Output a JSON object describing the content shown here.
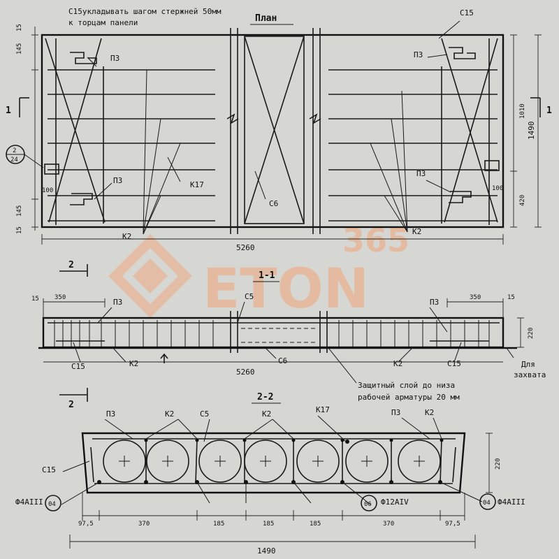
{
  "title_plan": "План",
  "note_top_line1": "С15укладывать шагом стержней 50мм",
  "note_top_line2": "к торцам панели",
  "section_1_1": "1-1",
  "section_2_2": "2-2",
  "cut_1": "1",
  "cut_2": "2",
  "callout_2_24_top": "2",
  "callout_2_24_bottom": "24",
  "labels": {
    "p3": "П3",
    "k2": "К2",
    "k17": "К17",
    "c5": "С5",
    "c6": "С6",
    "c15": "С15"
  },
  "dims_plan": {
    "d145_top": "145",
    "d15_top": "15",
    "d145_bot": "145",
    "d15_bot": "15",
    "d100_left": "100",
    "d100_right": "100",
    "d1010": "1010",
    "d1490": "1490",
    "d420": "420",
    "d5260": "5260"
  },
  "dims_section11": {
    "d15_left": "15",
    "d350_left": "350",
    "d350_right": "350",
    "d15_right": "15",
    "d220": "220",
    "d5260": "5260",
    "for_lifting_1": "Для",
    "for_lifting_2": "захвата"
  },
  "note_cover_line1": "Защитный слой до низа",
  "note_cover_line2": "рабочей арматуры 20 мм",
  "dims_section22": {
    "d97_5_left": "97,5",
    "d370_left": "370",
    "d185_1": "185",
    "d185_2": "185",
    "d185_3": "185",
    "d370_right": "370",
    "d97_5_right": "97,5",
    "d1490": "1490",
    "d220": "220"
  },
  "bar_callouts": {
    "left_bar": "Ф4АIII",
    "left_circle": "04",
    "mid_circle": "06",
    "mid_bar": "Ф12АIV",
    "right_circle": "04",
    "right_bar": "Ф4АIII"
  },
  "watermark": {
    "brand": "ETON",
    "number": "365"
  },
  "colors": {
    "paper": "#d6d6d3",
    "ink": "#1a1a1a",
    "watermark": "#f0a57a"
  }
}
